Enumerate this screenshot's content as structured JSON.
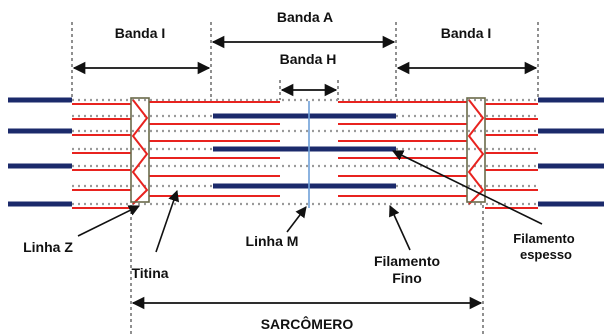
{
  "labels": {
    "banda_a": "Banda A",
    "banda_i_left": "Banda I",
    "banda_i_right": "Banda I",
    "banda_h": "Banda H",
    "linha_z": "Linha Z",
    "titina": "Titina",
    "linha_m": "Linha M",
    "filamento_fino_line1": "Filamento",
    "filamento_fino_line2": "Fino",
    "filamento_espesso_line1": "Filamento",
    "filamento_espesso_line2": "espesso",
    "sarcomero": "SARCÔMERO"
  },
  "colors": {
    "thick_filament": "#1b2a6b",
    "thin_filament": "#e8231f",
    "titin": "#9a9a9a",
    "z_disc": "#6a6a4a",
    "m_line": "#6fa0d8",
    "text": "#111111"
  }
}
